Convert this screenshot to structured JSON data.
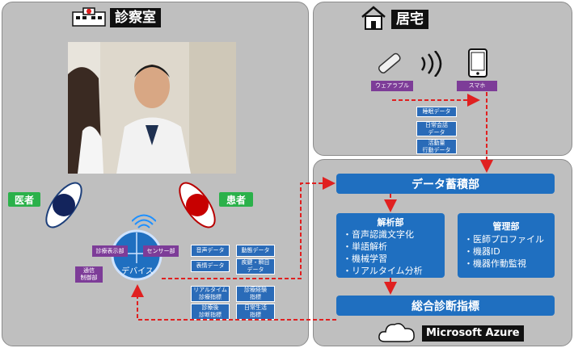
{
  "clinic": {
    "title": "診察室"
  },
  "home": {
    "title": "居宅",
    "wearable_label": "ウェアラブル",
    "phone_label": "スマホ",
    "data_items": [
      "睡眠データ",
      "日常会話\nデータ",
      "活動量\n行動データ"
    ]
  },
  "roles": {
    "doctor": "医者",
    "patient": "患者"
  },
  "device": {
    "label": "デバイス",
    "display_unit": "診療表示部",
    "sensor_unit": "センサー部",
    "comm_unit": "通信\n制御部"
  },
  "device_data": [
    "音声データ",
    "動態データ",
    "表情データ",
    "疾鍵・瞬目\nデータ"
  ],
  "indices": [
    "リアルタイム\n診療指標",
    "診療経験\n指標",
    "診療後\n診断指標",
    "日常生活\n指標"
  ],
  "cloud": {
    "storage_title": "データ蓄積部",
    "analysis_title": "解析部",
    "analysis_items": [
      "・音声認識文字化",
      "・単語解析",
      "・機械学習",
      "・リアルタイム分析"
    ],
    "management_title": "管理部",
    "management_items": [
      "・医師プロファイル",
      "・機器ID",
      "・機器作動監視"
    ],
    "diagnosis_title": "総合診断指標",
    "platform_label": "Microsoft Azure"
  },
  "colors": {
    "panel": "#bfbfbf",
    "box_blue": "#1f6fc0",
    "arrow_red": "#e02020",
    "purple": "#7d3c98",
    "green": "#2bb14a"
  }
}
